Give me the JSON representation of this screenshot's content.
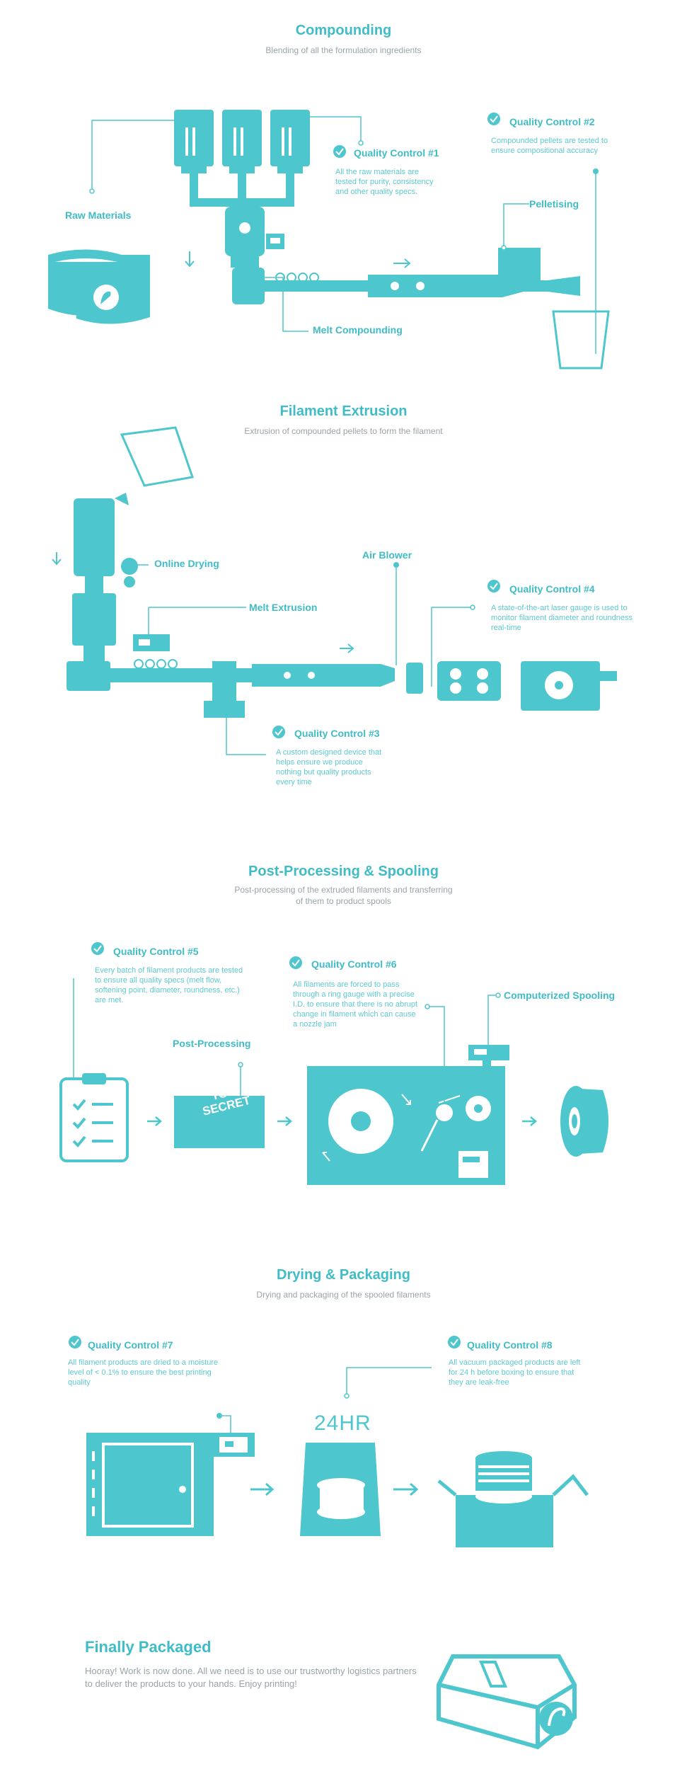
{
  "sections": {
    "compounding": {
      "title": "Compounding",
      "subtitle": "Blending of all the formulation ingredients",
      "raw_materials": "Raw Materials",
      "qc1_title": "Quality Control #1",
      "qc1_desc": "All the raw materials are tested for purity, consistency and other quality specs.",
      "qc2_title": "Quality Control #2",
      "qc2_desc": "Compounded pellets are tested to ensure compositional accuracy",
      "pelletising": "Pelletising",
      "melt_compounding": "Melt Compounding"
    },
    "extrusion": {
      "title": "Filament Extrusion",
      "subtitle": "Extrusion of compounded pellets to form the filament",
      "online_drying": "Online Drying",
      "melt_extrusion": "Melt Extrusion",
      "air_blower": "Air Blower",
      "qc3_title": "Quality Control #3",
      "qc3_desc": "A custom designed device that helps ensure we produce nothing but quality products every time",
      "qc4_title": "Quality Control #4",
      "qc4_desc": "A state-of-the-art laser gauge is used to monitor filament diameter and roundness real-time"
    },
    "spooling": {
      "title": "Post-Processing & Spooling",
      "subtitle_line1": "Post-processing of the extruded filaments and transferring",
      "subtitle_line2": "of them to product spools",
      "qc5_title": "Quality Control #5",
      "qc5_desc": "Every batch of filament products are tested to ensure all quality specs (melt flow, softening point, diameter, roundness, etc.) are met.",
      "qc6_title": "Quality Control #6",
      "qc6_desc": "All filaments are forced to pass through a ring gauge with a precise I.D. to ensure that there is no abrupt change in filament which can cause a nozzle jam",
      "post_processing": "Post-Processing",
      "computerized_spooling": "Computerized Spooling",
      "top_secret_1": "TOP",
      "top_secret_2": "SECRET"
    },
    "drying": {
      "title": "Drying & Packaging",
      "subtitle": "Drying and packaging of the spooled filaments",
      "qc7_title": "Quality Control #7",
      "qc7_desc": "All filament products are dried to a moisture level of < 0.1% to ensure the best printing quality",
      "qc8_title": "Quality Control #8",
      "qc8_desc": "All vacuum packaged products are left for 24 h before boxing to ensure that they are leak-free",
      "hours": "24HR"
    },
    "final": {
      "title": "Finally Packaged",
      "desc": "Hooray! Work is now done. All we need is to use our trustworthy logistics partners to deliver the products to your hands. Enjoy printing!"
    }
  },
  "colors": {
    "teal": "#4ec6cd",
    "heading": "#3fbcc6",
    "gray_text": "#9aa3a8"
  }
}
